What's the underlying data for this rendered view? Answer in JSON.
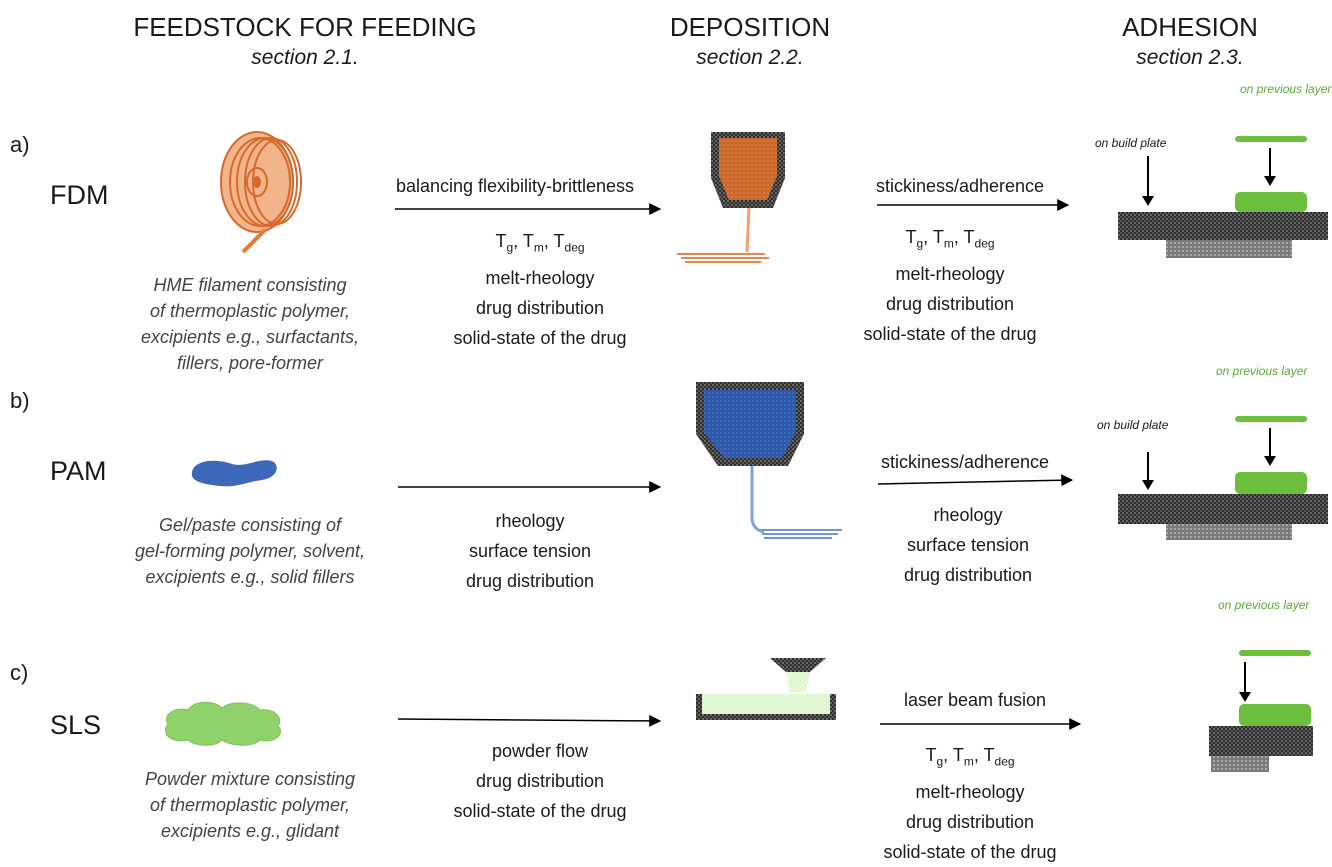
{
  "headers": {
    "feedstock": {
      "title": "FEEDSTOCK FOR FEEDING",
      "section": "section 2.1."
    },
    "deposition": {
      "title": "DEPOSITION",
      "section": "section 2.2."
    },
    "adhesion": {
      "title": "ADHESION",
      "section": "section 2.3."
    }
  },
  "labels": {
    "on_previous_layer": "on previous layer",
    "on_build_plate": "on build plate"
  },
  "rows": [
    {
      "letter": "a)",
      "tech": "FDM",
      "feedstock_desc": [
        "HME filament consisting",
        "of thermoplastic polymer,",
        "excipients e.g., surfactants,",
        "fillers, pore-former"
      ],
      "arrow1_label": "balancing flexibility-brittleness",
      "deposition_params": {
        "t_line": {
          "T": "T",
          "g": "g",
          "m": "m",
          "deg": "deg"
        },
        "lines": [
          "melt-rheology",
          "drug distribution",
          "solid-state of the drug"
        ]
      },
      "arrow2_label": "stickiness/adherence",
      "adhesion_params": {
        "lines": [
          "melt-rheology",
          "drug distribution",
          "solid-state of the drug"
        ]
      },
      "color": "#e07b3a"
    },
    {
      "letter": "b)",
      "tech": "PAM",
      "feedstock_desc": [
        "Gel/paste consisting of",
        "gel-forming polymer, solvent,",
        "excipients e.g., solid fillers"
      ],
      "arrow1_label": "",
      "deposition_params": {
        "lines": [
          "rheology",
          "surface tension",
          "drug distribution"
        ]
      },
      "arrow2_label": "stickiness/adherence",
      "adhesion_params": {
        "lines": [
          "rheology",
          "surface tension",
          "drug distribution"
        ]
      },
      "color": "#3d67b8"
    },
    {
      "letter": "c)",
      "tech": "SLS",
      "feedstock_desc": [
        "Powder mixture consisting",
        "of thermoplastic polymer,",
        "excipients e.g., glidant"
      ],
      "arrow1_label": "",
      "deposition_params": {
        "lines": [
          "powder flow",
          "drug distribution",
          "solid-state of the drug"
        ]
      },
      "arrow2_label": "laser beam fusion",
      "adhesion_params": {
        "lines": [
          "melt-rheology",
          "drug distribution",
          "solid-state of the drug"
        ]
      },
      "color": "#8fd16a"
    }
  ],
  "colors": {
    "green_layer": "#6cbf3c",
    "dark_plate": "#333333",
    "light_plate": "#8c8c8c"
  }
}
